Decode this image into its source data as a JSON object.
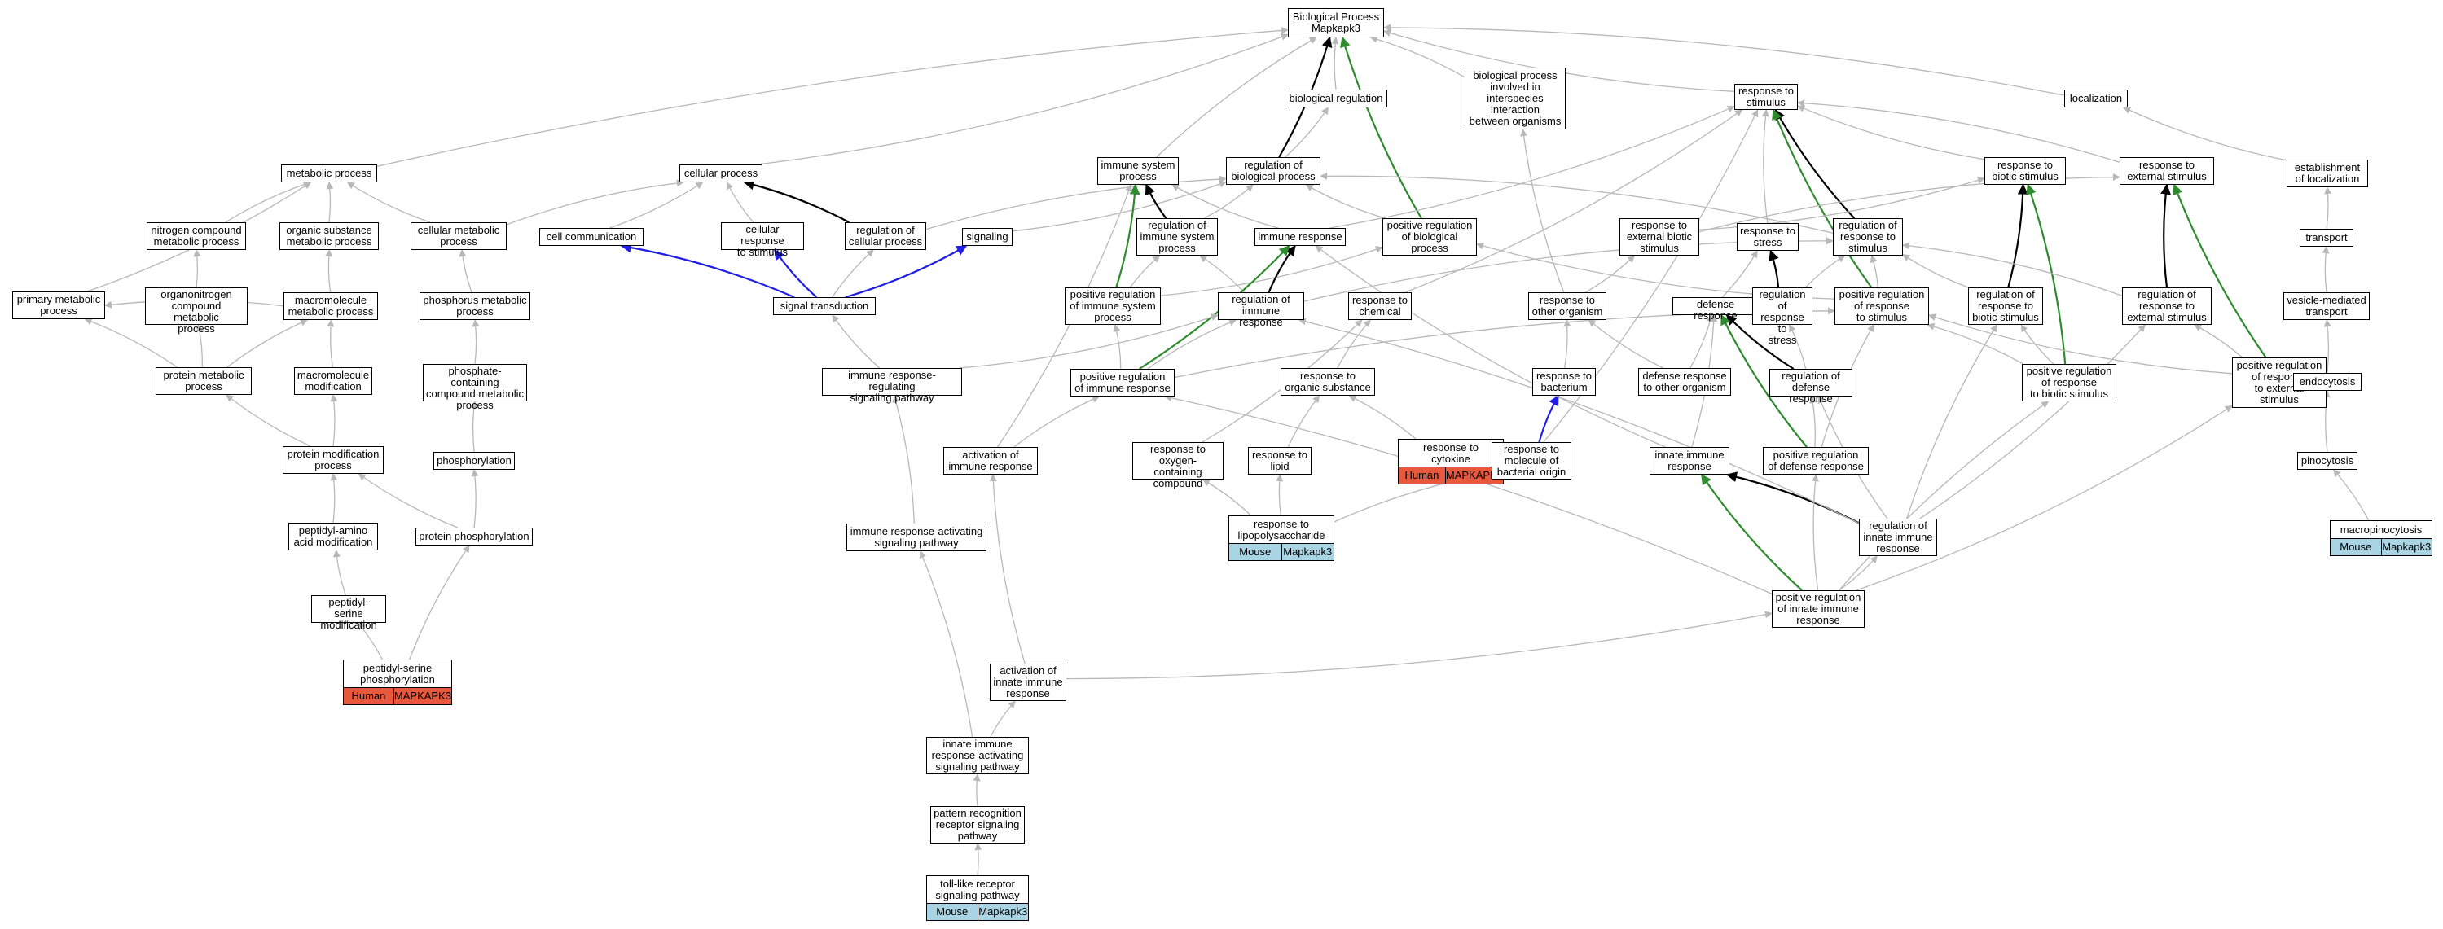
{
  "colors": {
    "edge": "#b8b8b8",
    "black": "#000000",
    "blue": "#1f1fe8",
    "green": "#2e8b2e",
    "human": "#e8583d",
    "mouse": "#a9d4e4"
  },
  "nodes": [
    {
      "id": "bp",
      "label": "Biological Process\nMapkapk3"
    },
    {
      "id": "bioreg",
      "label": "biological regulation"
    },
    {
      "id": "interspecies",
      "label": "biological process\ninvolved in\ninterspecies\ninteraction\nbetween organisms"
    },
    {
      "id": "resp_stim",
      "label": "response to\nstimulus"
    },
    {
      "id": "localization",
      "label": "localization"
    },
    {
      "id": "metabolic",
      "label": "metabolic process"
    },
    {
      "id": "cellular",
      "label": "cellular process"
    },
    {
      "id": "immune_sys",
      "label": "immune system\nprocess"
    },
    {
      "id": "reg_bio",
      "label": "regulation of\nbiological process"
    },
    {
      "id": "resp_biotic",
      "label": "response to\nbiotic stimulus"
    },
    {
      "id": "resp_ext",
      "label": "response to\nexternal stimulus"
    },
    {
      "id": "est_loc",
      "label": "establishment\nof localization"
    },
    {
      "id": "nitrogen",
      "label": "nitrogen compound\nmetabolic process"
    },
    {
      "id": "organic_sub",
      "label": "organic substance\nmetabolic process"
    },
    {
      "id": "cell_metab",
      "label": "cellular metabolic\nprocess"
    },
    {
      "id": "cell_comm",
      "label": "cell communication"
    },
    {
      "id": "cell_resp_stim",
      "label": "cellular response\nto stimulus"
    },
    {
      "id": "reg_cell",
      "label": "regulation of\ncellular process"
    },
    {
      "id": "signaling",
      "label": "signaling"
    },
    {
      "id": "reg_immune_sys",
      "label": "regulation of\nimmune system\nprocess"
    },
    {
      "id": "immune_resp",
      "label": "immune response"
    },
    {
      "id": "pos_reg_bio",
      "label": "positive regulation\nof biological\nprocess"
    },
    {
      "id": "resp_ext_biotic",
      "label": "response to\nexternal biotic\nstimulus"
    },
    {
      "id": "resp_stress",
      "label": "response to\nstress"
    },
    {
      "id": "reg_resp_stim",
      "label": "regulation of\nresponse to\nstimulus"
    },
    {
      "id": "transport",
      "label": "transport"
    },
    {
      "id": "primary_metab",
      "label": "primary metabolic\nprocess"
    },
    {
      "id": "organonitrogen",
      "label": "organonitrogen\ncompound metabolic\nprocess"
    },
    {
      "id": "macro_metab",
      "label": "macromolecule\nmetabolic process"
    },
    {
      "id": "phosphorus",
      "label": "phosphorus metabolic\nprocess"
    },
    {
      "id": "signal_trans",
      "label": "signal transduction"
    },
    {
      "id": "pos_reg_immune_sys",
      "label": "positive regulation\nof immune system\nprocess"
    },
    {
      "id": "reg_immune_resp",
      "label": "regulation of\nimmune response"
    },
    {
      "id": "resp_chem",
      "label": "response to\nchemical"
    },
    {
      "id": "resp_other_org",
      "label": "response to\nother organism"
    },
    {
      "id": "defense_resp",
      "label": "defense response"
    },
    {
      "id": "reg_resp_stress",
      "label": "regulation of\nresponse to\nstress"
    },
    {
      "id": "pos_reg_resp_stim",
      "label": "positive regulation\nof response\nto stimulus"
    },
    {
      "id": "reg_resp_biotic",
      "label": "regulation of\nresponse to\nbiotic stimulus"
    },
    {
      "id": "reg_resp_ext",
      "label": "regulation of\nresponse to\nexternal stimulus"
    },
    {
      "id": "vesicle",
      "label": "vesicle-mediated\ntransport"
    },
    {
      "id": "protein_metab",
      "label": "protein metabolic\nprocess"
    },
    {
      "id": "macro_mod",
      "label": "macromolecule\nmodification"
    },
    {
      "id": "phosphate",
      "label": "phosphate-containing\ncompound metabolic\nprocess"
    },
    {
      "id": "ir_reg_sig",
      "label": "immune response-regulating\nsignaling pathway"
    },
    {
      "id": "pos_reg_immune_resp",
      "label": "positive regulation\nof immune response"
    },
    {
      "id": "resp_org_sub",
      "label": "response to\norganic substance"
    },
    {
      "id": "resp_bacterium",
      "label": "response to\nbacterium"
    },
    {
      "id": "def_resp_other",
      "label": "defense response\nto other organism"
    },
    {
      "id": "reg_def_resp",
      "label": "regulation of\ndefense response"
    },
    {
      "id": "pos_reg_resp_biotic",
      "label": "positive regulation\nof response\nto biotic stimulus"
    },
    {
      "id": "pos_reg_resp_ext",
      "label": "positive regulation\nof response\nto external\nstimulus"
    },
    {
      "id": "endocytosis",
      "label": "endocytosis"
    },
    {
      "id": "protein_mod",
      "label": "protein modification\nprocess"
    },
    {
      "id": "phosphorylation",
      "label": "phosphorylation"
    },
    {
      "id": "act_immune_resp",
      "label": "activation of\nimmune response"
    },
    {
      "id": "resp_oxygen",
      "label": "response to\noxygen-containing\ncompound"
    },
    {
      "id": "resp_lipid",
      "label": "response to\nlipid"
    },
    {
      "id": "resp_cytokine",
      "label": "response to\ncytokine",
      "ann": [
        "Human",
        "MAPKAPK3"
      ]
    },
    {
      "id": "resp_mol_bact",
      "label": "response to\nmolecule of\nbacterial origin"
    },
    {
      "id": "innate_immune",
      "label": "innate immune\nresponse"
    },
    {
      "id": "pos_reg_def",
      "label": "positive regulation\nof defense response"
    },
    {
      "id": "pinocytosis",
      "label": "pinocytosis"
    },
    {
      "id": "peptidyl_aa",
      "label": "peptidyl-amino\nacid modification"
    },
    {
      "id": "protein_phos",
      "label": "protein phosphorylation"
    },
    {
      "id": "ir_act_sig",
      "label": "immune response-activating\nsignaling pathway"
    },
    {
      "id": "resp_lps",
      "label": "response to\nlipopolysaccharide",
      "ann": [
        "Mouse",
        "Mapkapk3"
      ]
    },
    {
      "id": "reg_innate",
      "label": "regulation of\ninnate immune\nresponse"
    },
    {
      "id": "macropinocytosis",
      "label": "macropinocytosis",
      "ann": [
        "Mouse",
        "Mapkapk3"
      ]
    },
    {
      "id": "peptidyl_ser_mod",
      "label": "peptidyl-serine\nmodification"
    },
    {
      "id": "pos_reg_innate",
      "label": "positive regulation\nof innate immune\nresponse"
    },
    {
      "id": "peptidyl_ser_phos",
      "label": "peptidyl-serine\nphosphorylation",
      "ann": [
        "Human",
        "MAPKAPK3"
      ]
    },
    {
      "id": "act_innate",
      "label": "activation of\ninnate immune\nresponse"
    },
    {
      "id": "innate_act_sig",
      "label": "innate immune\nresponse-activating\nsignaling pathway"
    },
    {
      "id": "prr_sig",
      "label": "pattern recognition\nreceptor signaling\npathway"
    },
    {
      "id": "tlr_sig",
      "label": "toll-like receptor\nsignaling pathway",
      "ann": [
        "Mouse",
        "Mapkapk3"
      ]
    }
  ],
  "edges": [
    {
      "from": "bioreg",
      "to": "bp",
      "kind": "grey"
    },
    {
      "from": "interspecies",
      "to": "bp",
      "kind": "grey"
    },
    {
      "from": "resp_stim",
      "to": "bp",
      "kind": "grey"
    },
    {
      "from": "localization",
      "to": "bp",
      "kind": "grey"
    },
    {
      "from": "metabolic",
      "to": "bp",
      "kind": "grey"
    },
    {
      "from": "cellular",
      "to": "bp",
      "kind": "grey"
    },
    {
      "from": "immune_sys",
      "to": "bp",
      "kind": "grey"
    },
    {
      "from": "reg_bio",
      "to": "bp",
      "kind": "black"
    },
    {
      "from": "pos_reg_bio",
      "to": "bp",
      "kind": "green"
    },
    {
      "from": "reg_bio",
      "to": "bioreg",
      "kind": "grey"
    },
    {
      "from": "nitrogen",
      "to": "metabolic",
      "kind": "grey"
    },
    {
      "from": "organic_sub",
      "to": "metabolic",
      "kind": "grey"
    },
    {
      "from": "cell_metab",
      "to": "metabolic",
      "kind": "grey"
    },
    {
      "from": "primary_metab",
      "to": "metabolic",
      "kind": "grey"
    },
    {
      "from": "cell_metab",
      "to": "cellular",
      "kind": "grey"
    },
    {
      "from": "cell_comm",
      "to": "cellular",
      "kind": "grey"
    },
    {
      "from": "cell_resp_stim",
      "to": "cellular",
      "kind": "grey"
    },
    {
      "from": "reg_cell",
      "to": "cellular",
      "kind": "black"
    },
    {
      "from": "reg_cell",
      "to": "reg_bio",
      "kind": "grey"
    },
    {
      "from": "signal_trans",
      "to": "cell_comm",
      "kind": "blue"
    },
    {
      "from": "signal_trans",
      "to": "cell_resp_stim",
      "kind": "blue"
    },
    {
      "from": "signal_trans",
      "to": "signaling",
      "kind": "blue"
    },
    {
      "from": "signal_trans",
      "to": "reg_cell",
      "kind": "grey"
    },
    {
      "from": "signaling",
      "to": "reg_bio",
      "kind": "grey"
    },
    {
      "from": "reg_immune_sys",
      "to": "immune_sys",
      "kind": "black"
    },
    {
      "from": "reg_immune_sys",
      "to": "reg_bio",
      "kind": "grey"
    },
    {
      "from": "immune_resp",
      "to": "immune_sys",
      "kind": "grey"
    },
    {
      "from": "immune_resp",
      "to": "resp_stim",
      "kind": "grey"
    },
    {
      "from": "pos_reg_bio",
      "to": "reg_bio",
      "kind": "grey"
    },
    {
      "from": "pos_reg_immune_sys",
      "to": "immune_sys",
      "kind": "green"
    },
    {
      "from": "pos_reg_immune_sys",
      "to": "reg_immune_sys",
      "kind": "grey"
    },
    {
      "from": "pos_reg_immune_sys",
      "to": "pos_reg_bio",
      "kind": "grey"
    },
    {
      "from": "reg_immune_resp",
      "to": "immune_resp",
      "kind": "black"
    },
    {
      "from": "reg_immune_resp",
      "to": "reg_immune_sys",
      "kind": "grey"
    },
    {
      "from": "reg_immune_resp",
      "to": "reg_resp_stim",
      "kind": "grey"
    },
    {
      "from": "pos_reg_immune_resp",
      "to": "immune_resp",
      "kind": "green"
    },
    {
      "from": "pos_reg_immune_resp",
      "to": "reg_immune_resp",
      "kind": "grey"
    },
    {
      "from": "pos_reg_immune_resp",
      "to": "pos_reg_immune_sys",
      "kind": "grey"
    },
    {
      "from": "pos_reg_immune_resp",
      "to": "pos_reg_resp_stim",
      "kind": "grey"
    },
    {
      "from": "ir_reg_sig",
      "to": "reg_immune_resp",
      "kind": "grey"
    },
    {
      "from": "ir_reg_sig",
      "to": "signal_trans",
      "kind": "grey"
    },
    {
      "from": "ir_act_sig",
      "to": "ir_reg_sig",
      "kind": "grey"
    },
    {
      "from": "act_immune_resp",
      "to": "pos_reg_immune_resp",
      "kind": "grey"
    },
    {
      "from": "act_immune_resp",
      "to": "immune_sys",
      "kind": "grey"
    },
    {
      "from": "act_innate",
      "to": "act_immune_resp",
      "kind": "grey"
    },
    {
      "from": "act_innate",
      "to": "pos_reg_innate",
      "kind": "grey"
    },
    {
      "from": "innate_act_sig",
      "to": "act_innate",
      "kind": "grey"
    },
    {
      "from": "innate_act_sig",
      "to": "ir_act_sig",
      "kind": "grey"
    },
    {
      "from": "prr_sig",
      "to": "innate_act_sig",
      "kind": "grey"
    },
    {
      "from": "tlr_sig",
      "to": "prr_sig",
      "kind": "grey"
    },
    {
      "from": "resp_biotic",
      "to": "resp_stim",
      "kind": "grey"
    },
    {
      "from": "resp_ext",
      "to": "resp_stim",
      "kind": "grey"
    },
    {
      "from": "resp_stress",
      "to": "resp_stim",
      "kind": "grey"
    },
    {
      "from": "resp_chem",
      "to": "resp_stim",
      "kind": "grey"
    },
    {
      "from": "reg_resp_stim",
      "to": "resp_stim",
      "kind": "black"
    },
    {
      "from": "reg_resp_stim",
      "to": "reg_bio",
      "kind": "grey"
    },
    {
      "from": "pos_reg_resp_stim",
      "to": "resp_stim",
      "kind": "green"
    },
    {
      "from": "pos_reg_resp_stim",
      "to": "reg_resp_stim",
      "kind": "grey"
    },
    {
      "from": "pos_reg_resp_stim",
      "to": "pos_reg_bio",
      "kind": "grey"
    },
    {
      "from": "resp_ext_biotic",
      "to": "resp_biotic",
      "kind": "grey"
    },
    {
      "from": "resp_ext_biotic",
      "to": "resp_ext",
      "kind": "grey"
    },
    {
      "from": "resp_other_org",
      "to": "resp_ext_biotic",
      "kind": "grey"
    },
    {
      "from": "resp_other_org",
      "to": "interspecies",
      "kind": "grey"
    },
    {
      "from": "reg_resp_biotic",
      "to": "resp_biotic",
      "kind": "black"
    },
    {
      "from": "reg_resp_biotic",
      "to": "reg_resp_stim",
      "kind": "grey"
    },
    {
      "from": "pos_reg_resp_biotic",
      "to": "resp_biotic",
      "kind": "green"
    },
    {
      "from": "pos_reg_resp_biotic",
      "to": "reg_resp_biotic",
      "kind": "grey"
    },
    {
      "from": "pos_reg_resp_biotic",
      "to": "pos_reg_resp_stim",
      "kind": "grey"
    },
    {
      "from": "reg_resp_ext",
      "to": "resp_ext",
      "kind": "black"
    },
    {
      "from": "reg_resp_ext",
      "to": "reg_resp_stim",
      "kind": "grey"
    },
    {
      "from": "pos_reg_resp_ext",
      "to": "resp_ext",
      "kind": "green"
    },
    {
      "from": "pos_reg_resp_ext",
      "to": "reg_resp_ext",
      "kind": "grey"
    },
    {
      "from": "pos_reg_resp_ext",
      "to": "pos_reg_resp_stim",
      "kind": "grey"
    },
    {
      "from": "reg_resp_stress",
      "to": "resp_stress",
      "kind": "black"
    },
    {
      "from": "reg_resp_stress",
      "to": "reg_resp_stim",
      "kind": "grey"
    },
    {
      "from": "defense_resp",
      "to": "resp_stress",
      "kind": "grey"
    },
    {
      "from": "reg_def_resp",
      "to": "defense_resp",
      "kind": "black"
    },
    {
      "from": "reg_def_resp",
      "to": "reg_resp_stress",
      "kind": "grey"
    },
    {
      "from": "pos_reg_def",
      "to": "defense_resp",
      "kind": "green"
    },
    {
      "from": "pos_reg_def",
      "to": "reg_def_resp",
      "kind": "grey"
    },
    {
      "from": "pos_reg_def",
      "to": "pos_reg_resp_stim",
      "kind": "grey"
    },
    {
      "from": "def_resp_other",
      "to": "defense_resp",
      "kind": "grey"
    },
    {
      "from": "def_resp_other",
      "to": "resp_other_org",
      "kind": "grey"
    },
    {
      "from": "resp_bacterium",
      "to": "resp_other_org",
      "kind": "grey"
    },
    {
      "from": "resp_mol_bact",
      "to": "resp_bacterium",
      "kind": "blue"
    },
    {
      "from": "resp_mol_bact",
      "to": "resp_stim",
      "kind": "grey"
    },
    {
      "from": "resp_org_sub",
      "to": "resp_chem",
      "kind": "grey"
    },
    {
      "from": "resp_oxygen",
      "to": "resp_chem",
      "kind": "grey"
    },
    {
      "from": "resp_lipid",
      "to": "resp_org_sub",
      "kind": "grey"
    },
    {
      "from": "resp_cytokine",
      "to": "resp_org_sub",
      "kind": "grey"
    },
    {
      "from": "resp_lps",
      "to": "resp_lipid",
      "kind": "grey"
    },
    {
      "from": "resp_lps",
      "to": "resp_oxygen",
      "kind": "grey"
    },
    {
      "from": "resp_lps",
      "to": "resp_mol_bact",
      "kind": "grey"
    },
    {
      "from": "innate_immune",
      "to": "defense_resp",
      "kind": "grey"
    },
    {
      "from": "innate_immune",
      "to": "immune_resp",
      "kind": "grey"
    },
    {
      "from": "reg_innate",
      "to": "innate_immune",
      "kind": "black"
    },
    {
      "from": "reg_innate",
      "to": "reg_def_resp",
      "kind": "grey"
    },
    {
      "from": "reg_innate",
      "to": "reg_immune_resp",
      "kind": "grey"
    },
    {
      "from": "reg_innate",
      "to": "reg_resp_biotic",
      "kind": "grey"
    },
    {
      "from": "reg_innate",
      "to": "reg_resp_ext",
      "kind": "grey"
    },
    {
      "from": "pos_reg_innate",
      "to": "innate_immune",
      "kind": "green"
    },
    {
      "from": "pos_reg_innate",
      "to": "reg_innate",
      "kind": "grey"
    },
    {
      "from": "pos_reg_innate",
      "to": "pos_reg_def",
      "kind": "grey"
    },
    {
      "from": "pos_reg_innate",
      "to": "pos_reg_immune_resp",
      "kind": "grey"
    },
    {
      "from": "pos_reg_innate",
      "to": "pos_reg_resp_biotic",
      "kind": "grey"
    },
    {
      "from": "pos_reg_innate",
      "to": "pos_reg_resp_ext",
      "kind": "grey"
    },
    {
      "from": "est_loc",
      "to": "localization",
      "kind": "grey"
    },
    {
      "from": "transport",
      "to": "est_loc",
      "kind": "grey"
    },
    {
      "from": "vesicle",
      "to": "transport",
      "kind": "grey"
    },
    {
      "from": "endocytosis",
      "to": "vesicle",
      "kind": "grey"
    },
    {
      "from": "pinocytosis",
      "to": "endocytosis",
      "kind": "grey"
    },
    {
      "from": "macropinocytosis",
      "to": "pinocytosis",
      "kind": "grey"
    },
    {
      "from": "primary_metab",
      "to": "metabolic",
      "kind": "grey"
    },
    {
      "from": "organonitrogen",
      "to": "nitrogen",
      "kind": "grey"
    },
    {
      "from": "macro_metab",
      "to": "organic_sub",
      "kind": "grey"
    },
    {
      "from": "macro_metab",
      "to": "primary_metab",
      "kind": "grey"
    },
    {
      "from": "phosphorus",
      "to": "cell_metab",
      "kind": "grey"
    },
    {
      "from": "protein_metab",
      "to": "organonitrogen",
      "kind": "grey"
    },
    {
      "from": "protein_metab",
      "to": "macro_metab",
      "kind": "grey"
    },
    {
      "from": "protein_metab",
      "to": "primary_metab",
      "kind": "grey"
    },
    {
      "from": "macro_mod",
      "to": "macro_metab",
      "kind": "grey"
    },
    {
      "from": "phosphate",
      "to": "phosphorus",
      "kind": "grey"
    },
    {
      "from": "protein_mod",
      "to": "protein_metab",
      "kind": "grey"
    },
    {
      "from": "protein_mod",
      "to": "macro_mod",
      "kind": "grey"
    },
    {
      "from": "phosphorylation",
      "to": "phosphate",
      "kind": "grey"
    },
    {
      "from": "peptidyl_aa",
      "to": "protein_mod",
      "kind": "grey"
    },
    {
      "from": "protein_phos",
      "to": "protein_mod",
      "kind": "grey"
    },
    {
      "from": "protein_phos",
      "to": "phosphorylation",
      "kind": "grey"
    },
    {
      "from": "peptidyl_ser_mod",
      "to": "peptidyl_aa",
      "kind": "grey"
    },
    {
      "from": "peptidyl_ser_phos",
      "to": "peptidyl_ser_mod",
      "kind": "grey"
    },
    {
      "from": "peptidyl_ser_phos",
      "to": "protein_phos",
      "kind": "grey"
    }
  ]
}
